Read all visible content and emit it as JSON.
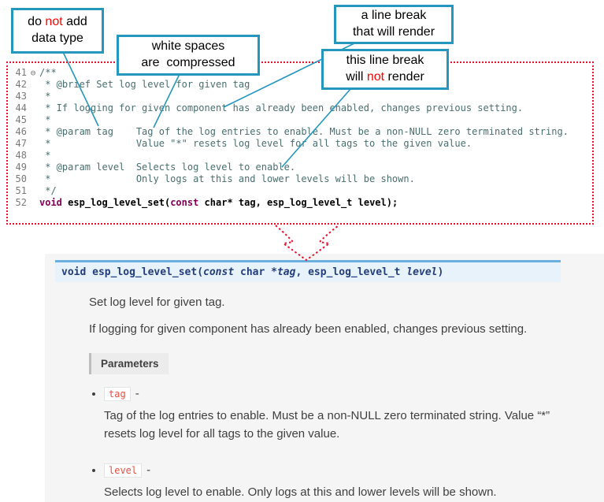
{
  "colors": {
    "callout_border": "#2596be",
    "dotted_red": "#e8112d",
    "not_red": "#ff0000",
    "comment_text": "#4a6e6e",
    "keyword": "#7f0055",
    "sig_background": "#e7f2fa",
    "sig_border_top": "#6ab0de",
    "param_badge_red": "#e74c3c"
  },
  "callouts": {
    "box1": {
      "l1a": "do ",
      "l1not": "not",
      "l1b": " add",
      "l2": "data type"
    },
    "box2": {
      "l1": "white spaces",
      "l2": "are  compressed"
    },
    "box3": {
      "l1": "a line break",
      "l2": "that will render"
    },
    "box4": {
      "l1": "this line break",
      "l2a": "will ",
      "l2not": "not",
      "l2b": " render"
    }
  },
  "code": {
    "lines": [
      {
        "num": "41",
        "fold": "⊖",
        "text": "/**"
      },
      {
        "num": "42",
        "fold": "",
        "text": " * @brief Set log level for given tag"
      },
      {
        "num": "43",
        "fold": "",
        "text": " *"
      },
      {
        "num": "44",
        "fold": "",
        "text": " * If logging for given component has already been enabled, changes previous setting."
      },
      {
        "num": "45",
        "fold": "",
        "text": " *"
      },
      {
        "num": "46",
        "fold": "",
        "text": " * @param tag    Tag of the log entries to enable. Must be a non-NULL zero terminated string."
      },
      {
        "num": "47",
        "fold": "",
        "text": " *               Value \"*\" resets log level for all tags to the given value."
      },
      {
        "num": "48",
        "fold": "",
        "text": " *"
      },
      {
        "num": "49",
        "fold": "",
        "text": " * @param level  Selects log level to enable."
      },
      {
        "num": "50",
        "fold": "",
        "text": " *               Only logs at this and lower levels will be shown."
      },
      {
        "num": "51",
        "fold": "",
        "text": " */"
      },
      {
        "num": "52",
        "fold": "",
        "text": ""
      }
    ],
    "sig": {
      "kw_void": "void",
      "t1": " ",
      "fn": "esp_log_level_set",
      "t2": "(",
      "kw_const": "const",
      "t3": " char* tag, esp_log_level_t level);"
    }
  },
  "docs": {
    "sig": {
      "kw_void": "void",
      "t1": " ",
      "fn": "esp_log_level_set",
      "t2": "(",
      "kw_const": "const",
      "t3": " char *",
      "arg1": "tag",
      "t4": ", esp_log_level_t ",
      "arg2": "level",
      "t5": ")"
    },
    "p1": "Set log level for given tag.",
    "p2": "If logging for given component has already been enabled, changes previous setting.",
    "parameters_label": "Parameters",
    "params": [
      {
        "name": "tag",
        "dash": "-",
        "desc": "Tag of the log entries to enable. Must be a non-NULL zero terminated string. Value “*” resets log level for all tags to the given value."
      },
      {
        "name": "level",
        "dash": "-",
        "desc": "Selects log level to enable. Only logs at this and lower levels will be shown."
      }
    ]
  }
}
